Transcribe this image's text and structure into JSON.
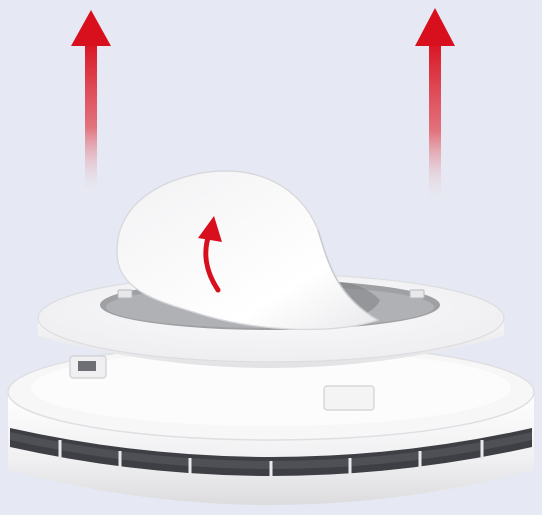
{
  "scene": {
    "background_color": "#e6e9f3",
    "arrow_color": "#d8101e",
    "device_color": "#f4f4f5",
    "recess_color": "#9fa0a3",
    "items": [
      "lift-arrow-icon",
      "lift-arrow-icon",
      "adhesive-sticker",
      "peel-arrow-icon",
      "mounting-plate",
      "smoke-detector-body"
    ]
  }
}
